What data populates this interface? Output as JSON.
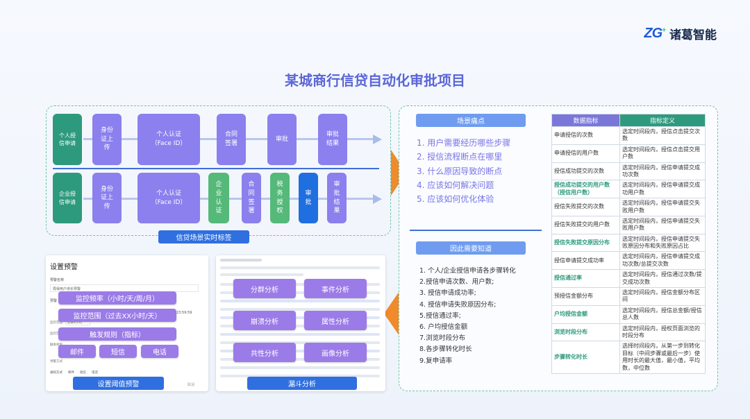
{
  "brand": {
    "mark": "ZG",
    "mark_sup": "+",
    "name": "诸葛智能"
  },
  "title": "某城商行信贷自动化审批项目",
  "flow": {
    "row1": {
      "label": "个人授信申请",
      "steps": [
        "身份证上传",
        "个人认证（Face ID）",
        "合同签署",
        "审批",
        "审批结果"
      ]
    },
    "row2": {
      "label": "企业授信申请",
      "steps": [
        "身份证上传",
        "个人认证（Face ID）",
        "企业认证",
        "合同签署",
        "税务授权",
        "审批",
        "审批结果"
      ]
    },
    "tag": "信贷场景实时标签"
  },
  "pain": {
    "header": "场景痛点",
    "items": [
      "1. 用户需要经历哪些步骤",
      "2. 授信流程断点在哪里",
      "3. 什么原因导致的断点",
      "4. 应该如何解决问题",
      "5. 应该如何优化体验"
    ]
  },
  "need": {
    "header": "因此需要知道",
    "items": [
      "1. 个人/企业授信申请各步骤转化",
      "2.授信申请次数、用户数;",
      "3. 授信申请成功率;",
      "4. 授信申请失败原因分布;",
      "5.授信通过率;",
      "6. 户均授信金额",
      "7.浏览时段分布",
      "8.各步骤转化时长",
      "9.复申请率"
    ]
  },
  "metrics": {
    "headers": [
      "数据指标",
      "指标定义"
    ],
    "rows": [
      {
        "name": "申请授信的次数",
        "def": "选定时间段内，授信点击提交次数",
        "hl": false
      },
      {
        "name": "申请授信的用户数",
        "def": "选定时间段内，授信点击提交用户数",
        "hl": false
      },
      {
        "name": "授信成功提交的次数",
        "def": "选定时间段内，授信申请提交成功次数",
        "hl": false
      },
      {
        "name": "授信成功提交的用户数（授信用户数）",
        "def": "选定时间段内，授信申请提交成功用户数",
        "hl": true
      },
      {
        "name": "授信失败提交的次数",
        "def": "选定时间段内，授信申请提交失败用户数",
        "hl": false
      },
      {
        "name": "授信失败提交的用户数",
        "def": "选定时间段内，授信申请提交失败用户数",
        "hl": false
      },
      {
        "name": "授信失败提交原因分布",
        "def": "选定时间段内，授信申请提交失败原因分布和失败原因占比",
        "hl": true
      },
      {
        "name": "授信申请提交成功率",
        "def": "选定时间段内，授信申请提交成功次数/总提交次数",
        "hl": false
      },
      {
        "name": "授信通过率",
        "def": "选定时间段内，授信通过次数/提交成功次数",
        "hl": true
      },
      {
        "name": "预授信金额分布",
        "def": "选定时间段内，授信金额分布区间",
        "hl": false
      },
      {
        "name": "户均授信金额",
        "def": "选定时间段内，授信总金额/授信总人数",
        "hl": true
      },
      {
        "name": "浏览时段分布",
        "def": "选定时间段内，授权页面浏览的时段分布",
        "hl": true
      },
      {
        "name": "步骤转化时长",
        "def": "选择时间段内，从第一步到转化目标（中间步骤或最后一步）使用时长的最大值，最小值，平均数，中位数",
        "hl": true
      }
    ]
  },
  "alert": {
    "title": "设置预警",
    "field1": "预警名称",
    "input1": "再得用户增长预警",
    "field2": "预警",
    "select_row1": "监控范围",
    "select_val1": "过去X小时",
    "time": "23:59:59",
    "label_a": "监控范围",
    "label_b": "触发规则",
    "label_c": "预警方式",
    "note_a": "通知方式",
    "opt_a": "邮件",
    "opt_b": "短信",
    "opt_c": "电话",
    "buttons": [
      "监控频率（小时/天/周/月）",
      "监控范围（过去XX小时/天）",
      "触发规则（指标）",
      "邮件",
      "短信",
      "电话"
    ],
    "tag": "设置阈值预警",
    "cancel": "取消"
  },
  "funnel": {
    "buttons": [
      "分群分析",
      "事件分析",
      "崩溃分析",
      "属性分析",
      "共性分析",
      "画像分析"
    ],
    "tag": "漏斗分析"
  },
  "colors": {
    "accent": "#5b66d6",
    "green": "#2e9a7d",
    "purple": "#8b80ee",
    "blue": "#1f6fe0",
    "orange": "#f08a2b"
  }
}
